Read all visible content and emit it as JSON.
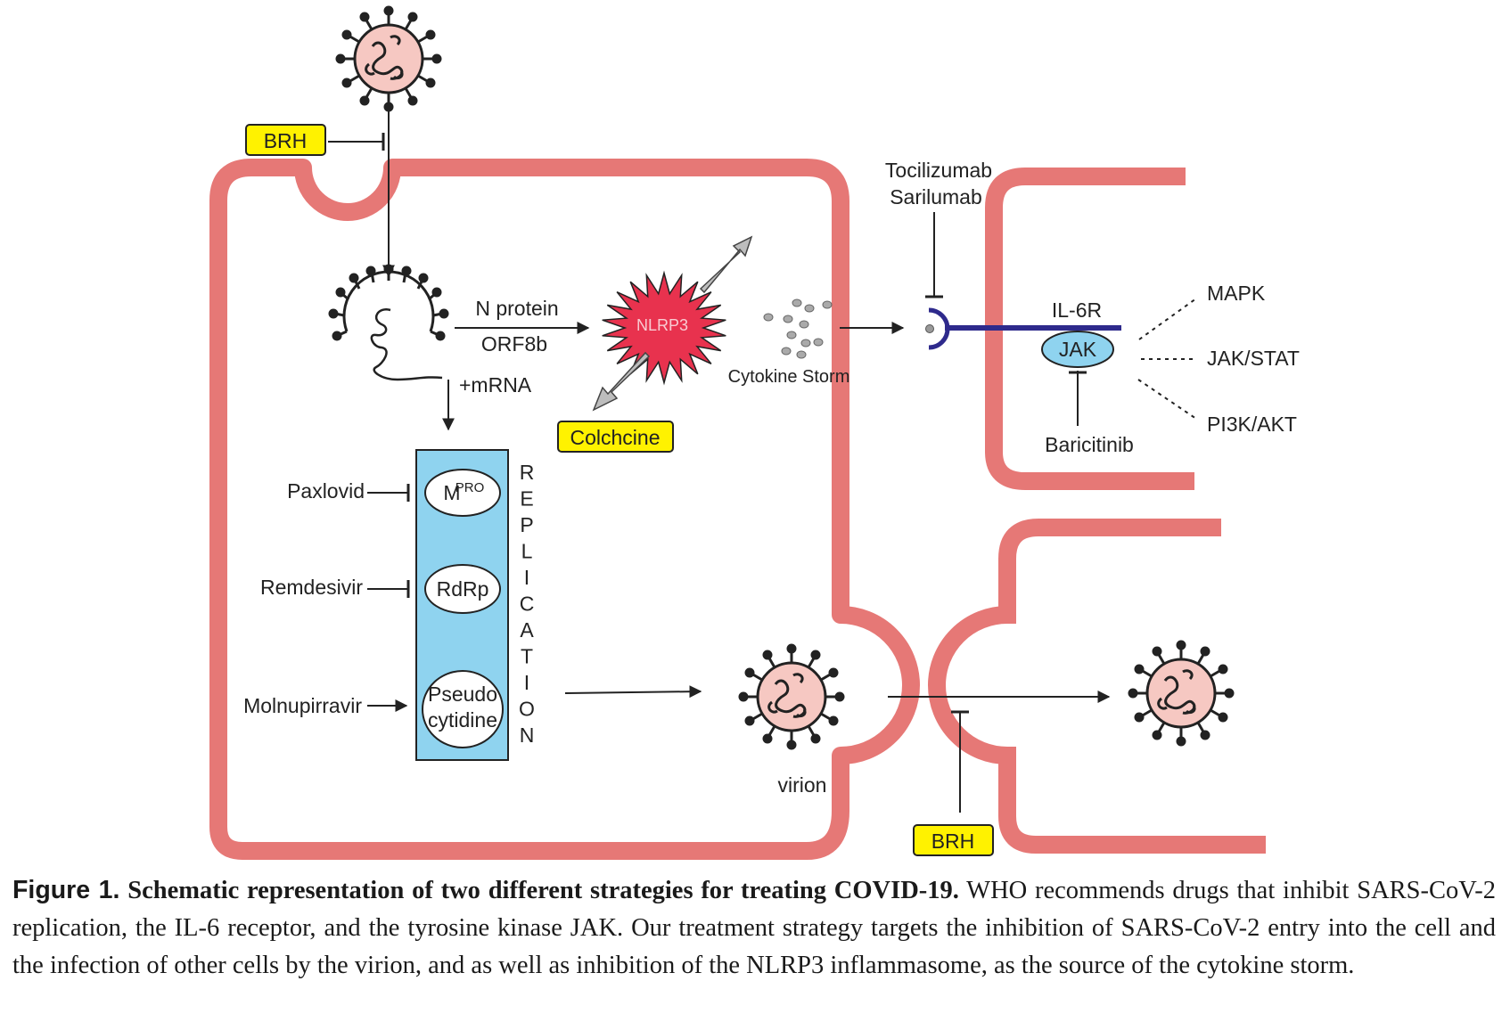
{
  "diagram": {
    "drugs": {
      "brh_top": "BRH",
      "brh_bottom": "BRH",
      "colchicine": "Colchcine",
      "tocilizumab": "Tocilizumab",
      "sarilumab": "Sarilumab",
      "baricitinib": "Baricitinib",
      "paxlovid": "Paxlovid",
      "remdesivir": "Remdesivir",
      "molnupiravir": "Molnupirravir"
    },
    "labels": {
      "n_protein": "N protein",
      "orf8b": "ORF8b",
      "mrna": "+mRNA",
      "nlrp3": "NLRP3",
      "cytokine_storm": "Cytokine Storm",
      "il6r": "IL-6R",
      "jak": "JAK",
      "mapk": "MAPK",
      "jak_stat": "JAK/STAT",
      "pi3k_akt": "PI3K/AKT",
      "virion": "virion",
      "mpro_m": "M",
      "mpro_sup": "PRO",
      "rdrp": "RdRp",
      "pseudo": "Pseudo",
      "cytidine": "cytidine"
    },
    "replication_letters": [
      "R",
      "E",
      "P",
      "L",
      "I",
      "C",
      "A",
      "T",
      "I",
      "O",
      "N"
    ],
    "colors": {
      "membrane": "#e67876",
      "drug_box": "#fff200",
      "replication_box": "#8fd3ef",
      "nlrp3": "#e8324e",
      "receptor": "#2e2a8c",
      "jak": "#8fd3ef",
      "virus_body": "#f6c8c2"
    }
  },
  "caption": {
    "label": "Figure 1.",
    "title": "Schematic representation of two different strategies for treating COVID-19.",
    "text": "WHO recommends drugs that inhibit SARS-CoV-2 replication, the IL-6 receptor, and the tyrosine kinase JAK. Our treatment strategy targets the inhibition of SARS-CoV-2 entry into the cell and the infection of other cells by the virion, and as well as inhibition of the NLRP3 inflammasome, as the source of the cytokine storm."
  }
}
